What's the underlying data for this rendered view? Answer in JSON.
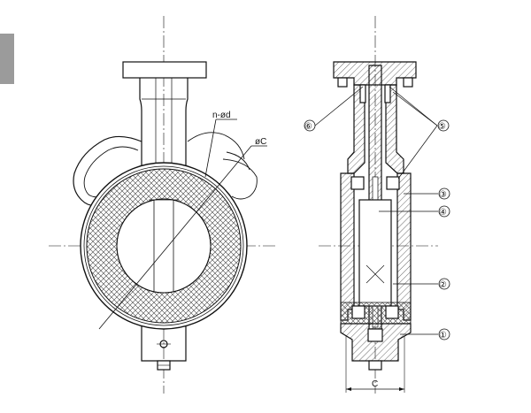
{
  "colors": {
    "line": "#111111",
    "tab": "#9b9b9b",
    "hatch": "#444444",
    "background": "#ffffff"
  },
  "front_view": {
    "labels": {
      "bolt_holes": "n-ød",
      "bore": "øC"
    }
  },
  "section_view": {
    "dimension": "C",
    "callouts": [
      "⑥",
      "⑤",
      "③",
      "④",
      "②",
      "①"
    ]
  }
}
